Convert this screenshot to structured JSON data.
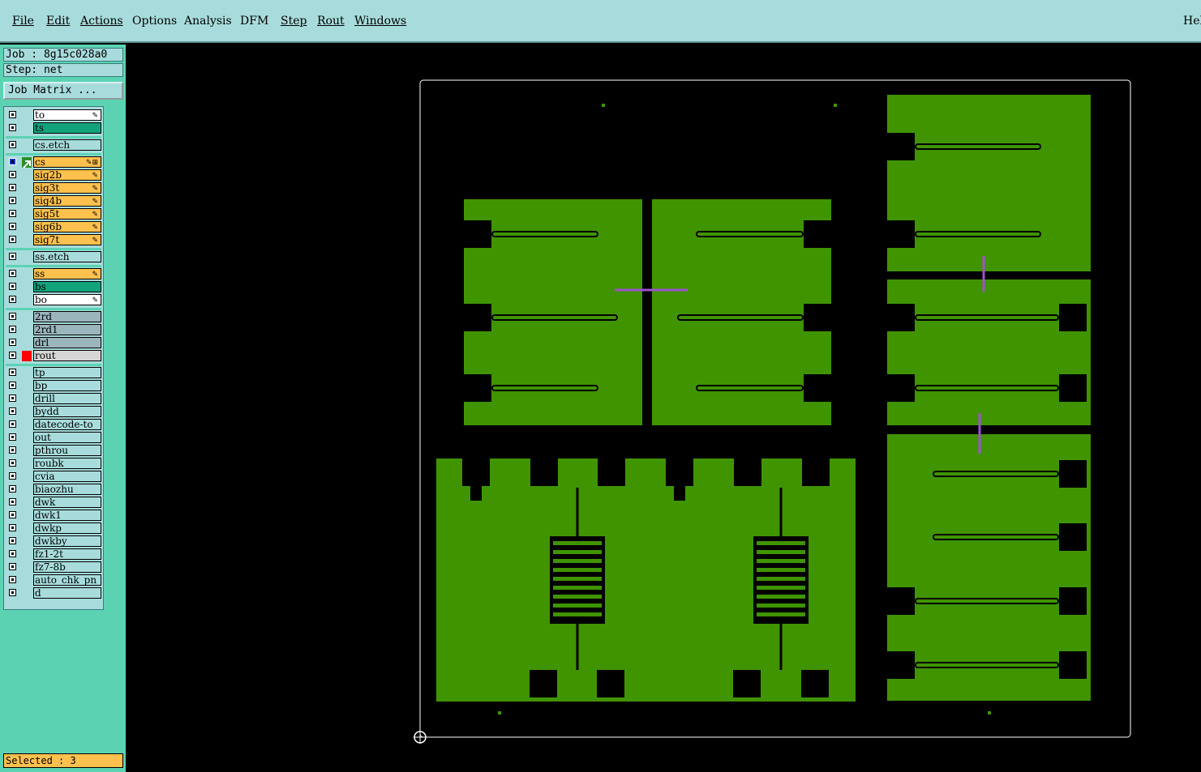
{
  "menu": {
    "file": "File",
    "edit": "Edit",
    "actions": "Actions",
    "options": "Options",
    "analysis": "Analysis",
    "dfm": "DFM",
    "step": "Step",
    "rout": "Rout",
    "windows": "Windows",
    "help": "Hel"
  },
  "job": {
    "job_line": "Job : 8g15c028a0",
    "step_line": "Step: net",
    "job_matrix": "Job Matrix ..."
  },
  "layers": [
    {
      "name": "to",
      "color": "#ffffff",
      "pen": true
    },
    {
      "name": "ts",
      "color": "#13a37b",
      "pen": false
    },
    {
      "name": "cs.etch",
      "color": "#a8dcdc",
      "pen": false
    },
    {
      "name": "cs",
      "color": "#ffc14d",
      "pen": true,
      "active": true
    },
    {
      "name": "sig2b",
      "color": "#ffc14d",
      "pen": true
    },
    {
      "name": "sig3t",
      "color": "#ffc14d",
      "pen": true
    },
    {
      "name": "sig4b",
      "color": "#ffc14d",
      "pen": true
    },
    {
      "name": "sig5t",
      "color": "#ffc14d",
      "pen": true
    },
    {
      "name": "sig6b",
      "color": "#ffc14d",
      "pen": true
    },
    {
      "name": "sig7t",
      "color": "#ffc14d",
      "pen": true
    },
    {
      "name": "ss.etch",
      "color": "#a8dcdc",
      "pen": false
    },
    {
      "name": "ss",
      "color": "#ffc14d",
      "pen": true
    },
    {
      "name": "bs",
      "color": "#13a37b",
      "pen": false
    },
    {
      "name": "bo",
      "color": "#ffffff",
      "pen": true
    },
    {
      "name": "2rd",
      "color": "#9bb5bd",
      "pen": false
    },
    {
      "name": "2rd1",
      "color": "#9bb5bd",
      "pen": false
    },
    {
      "name": "drl",
      "color": "#9bb5bd",
      "pen": false
    },
    {
      "name": "rout",
      "color": "#d6d6d6",
      "pen": false,
      "red": true
    },
    {
      "name": "tp",
      "color": "#a8dcdc",
      "pen": false
    },
    {
      "name": "bp",
      "color": "#a8dcdc",
      "pen": false
    },
    {
      "name": "drill",
      "color": "#a8dcdc",
      "pen": false
    },
    {
      "name": "bydd",
      "color": "#a8dcdc",
      "pen": false
    },
    {
      "name": "datecode-to",
      "color": "#a8dcdc",
      "pen": false
    },
    {
      "name": "out",
      "color": "#a8dcdc",
      "pen": false
    },
    {
      "name": "pthrou",
      "color": "#a8dcdc",
      "pen": false
    },
    {
      "name": "roubk",
      "color": "#a8dcdc",
      "pen": false
    },
    {
      "name": "cvia",
      "color": "#a8dcdc",
      "pen": false
    },
    {
      "name": "biaozhu",
      "color": "#a8dcdc",
      "pen": false
    },
    {
      "name": "dwk",
      "color": "#a8dcdc",
      "pen": false
    },
    {
      "name": "dwk1",
      "color": "#a8dcdc",
      "pen": false
    },
    {
      "name": "dwkp",
      "color": "#a8dcdc",
      "pen": false
    },
    {
      "name": "dwkby",
      "color": "#a8dcdc",
      "pen": false
    },
    {
      "name": "fz1-2t",
      "color": "#a8dcdc",
      "pen": false
    },
    {
      "name": "fz7-8b",
      "color": "#a8dcdc",
      "pen": false
    },
    {
      "name": "auto_chk_pn",
      "color": "#a8dcdc",
      "pen": false
    },
    {
      "name": "d",
      "color": "#a8dcdc",
      "pen": false
    }
  ],
  "status": {
    "selected": "Selected : 3"
  },
  "colors": {
    "copper": "#3f9400",
    "background": "#000000",
    "measure": "#a050d0",
    "outline": "#ffffff"
  }
}
